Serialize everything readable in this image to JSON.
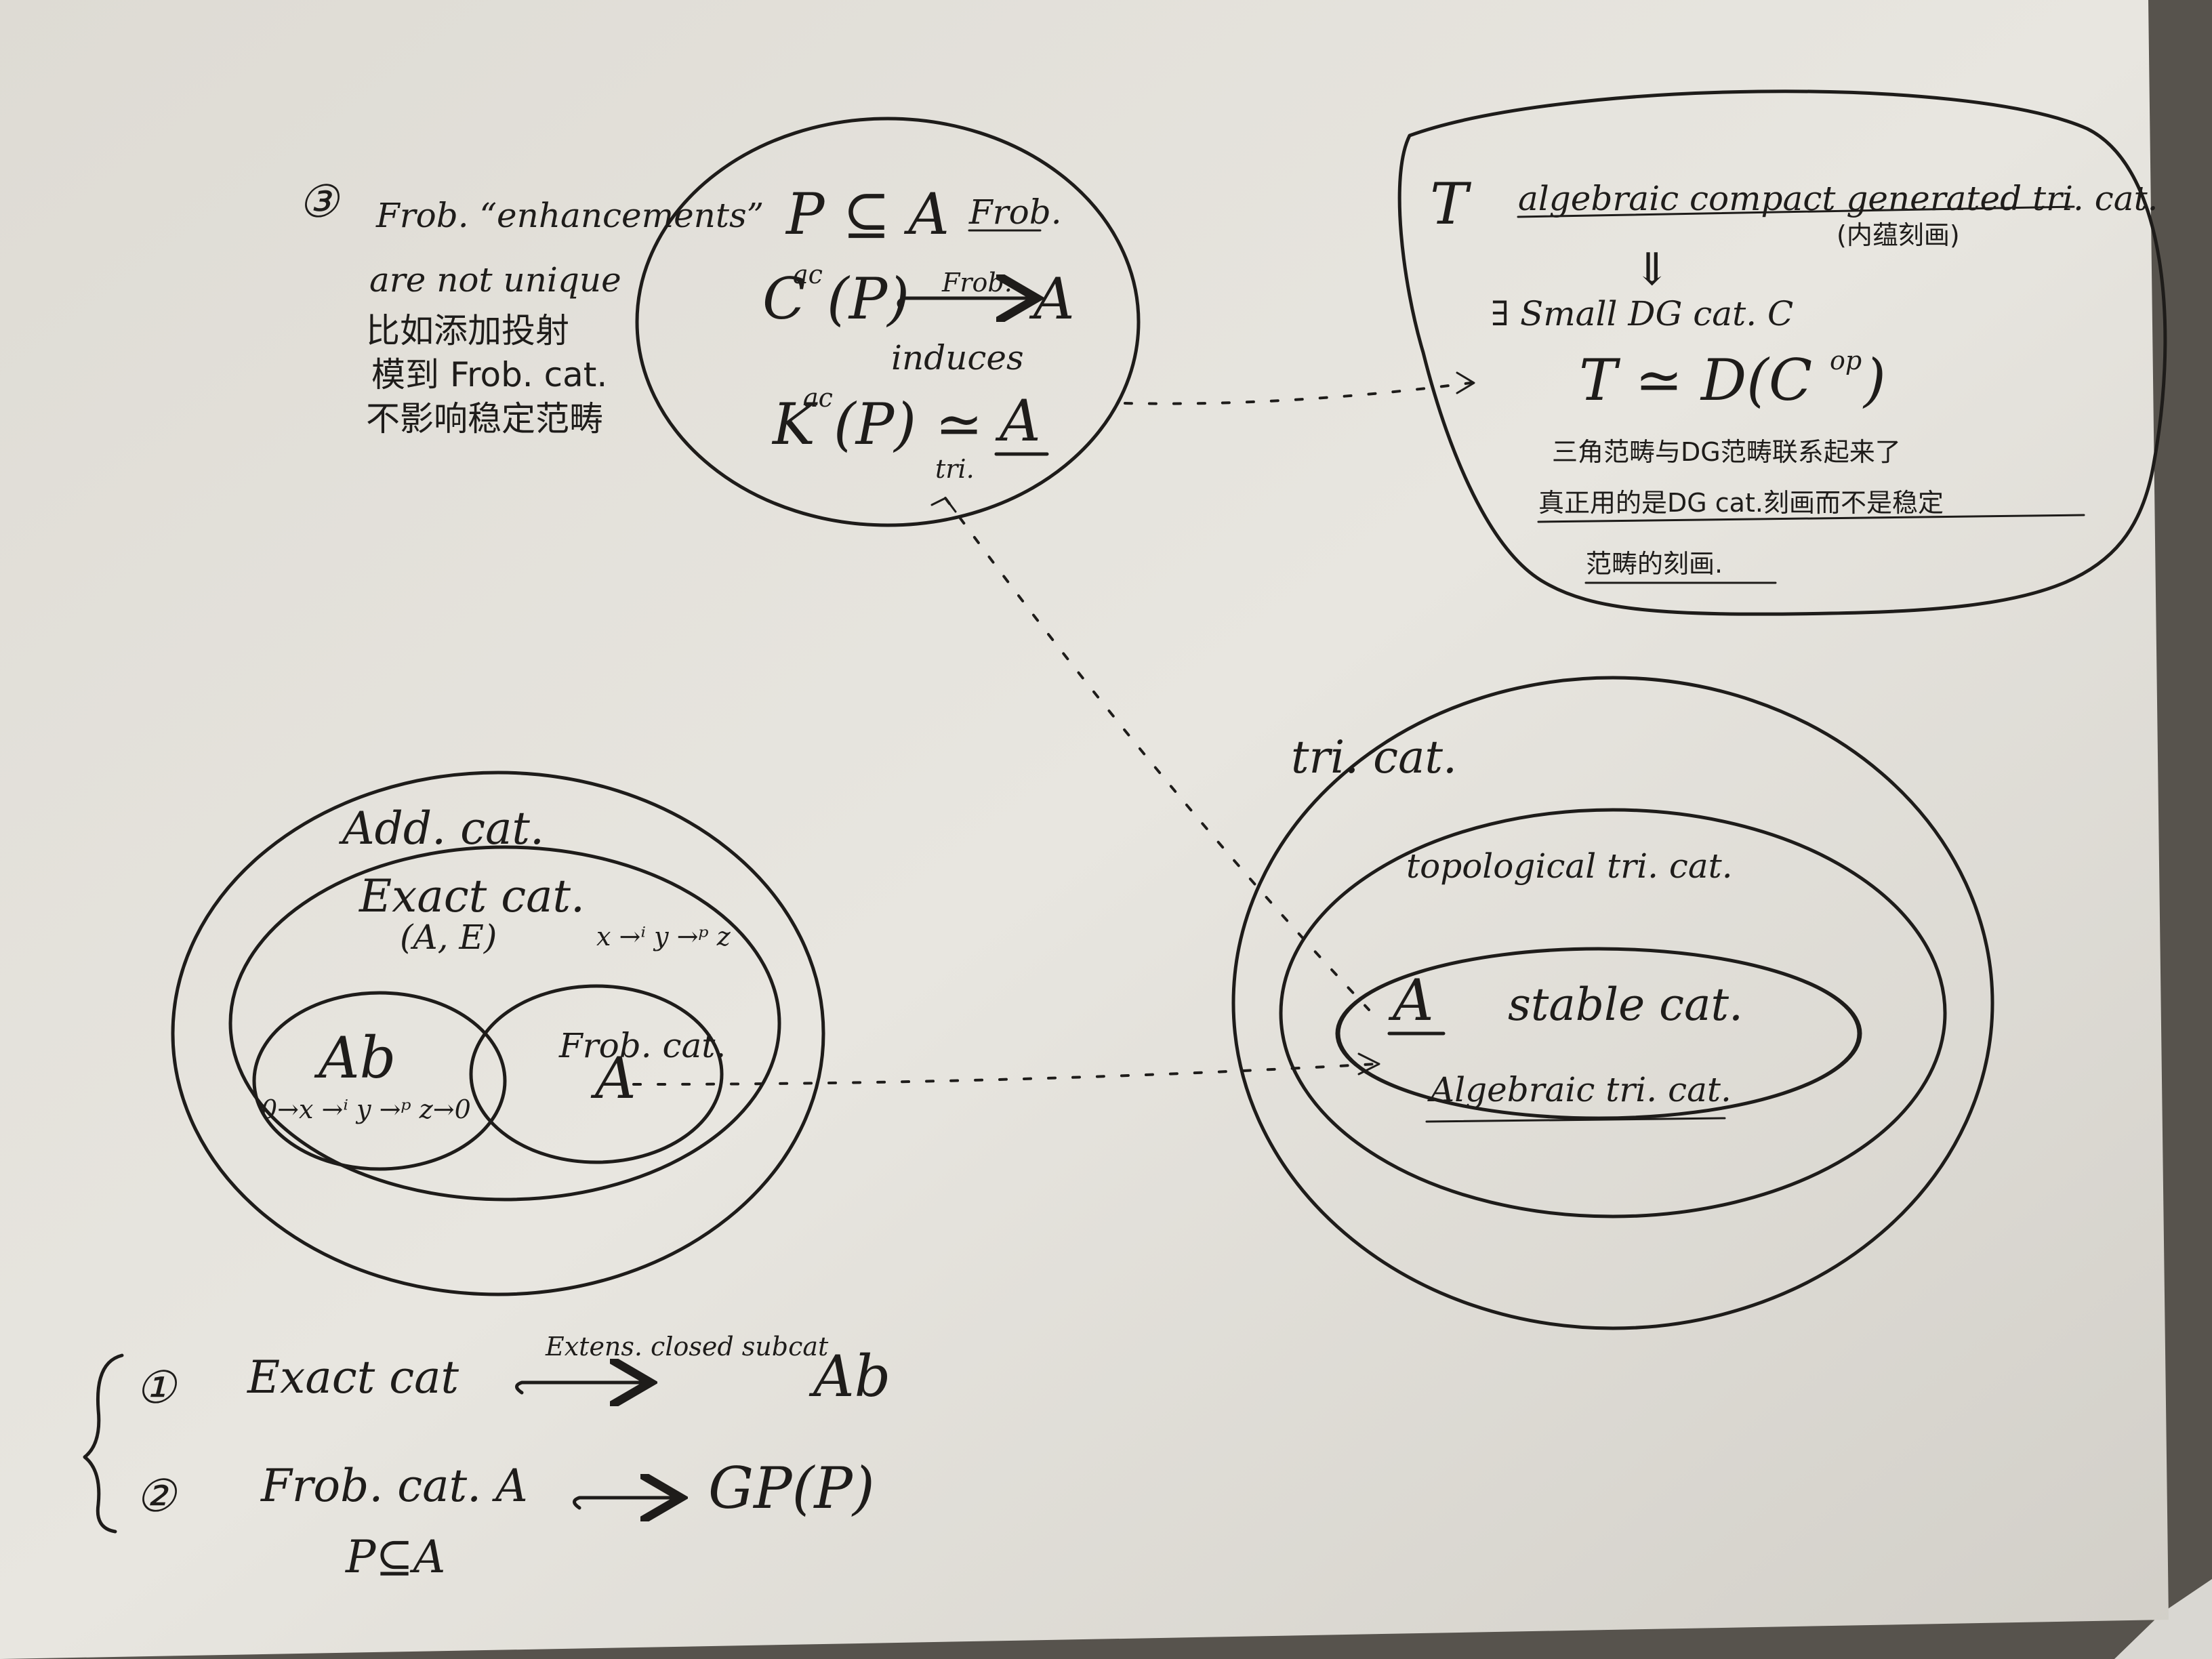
{
  "note3": {
    "marker": "③",
    "line1": "Frob. “enhancements”",
    "line2": "are not unique",
    "line3": "比如添加投射",
    "line4": "模到 Frob. cat.",
    "line5": "不影响稳定范畴"
  },
  "top_circle": {
    "l1a": "P ⊆ A",
    "l1b": "Frob.",
    "l2a": "C",
    "l2sup": "ac",
    "l2b": "(P)",
    "l2arrow": "Frob.",
    "l2c": "A",
    "l3": "induces",
    "l4a": "K",
    "l4sup": "ac",
    "l4b": "(P)",
    "l4c": "≃",
    "l4d": "A",
    "l4sub": "tri."
  },
  "top_right_box": {
    "t": "T",
    "title": "algebraic compact generated tri. cat.",
    "paren": "(内蕴刻画)",
    "arrow": "⇓",
    "exists": "∃ Small DG cat. C",
    "equiv": "T ≃ D(C",
    "equiv_sup": "op",
    "equiv_close": ")",
    "cn1": "三角范畴与DG范畴联系起来了",
    "cn2": "真正用的是DG cat.刻画而不是稳定",
    "cn3": "范畴的刻画."
  },
  "left_circles": {
    "add": "Add. cat.",
    "exact": "Exact cat.",
    "exact_pair": "(A, E)",
    "exact_seq": "x →ⁱ y →ᵖ z",
    "ab": "Ab",
    "ab_seq": "0→x →ⁱ y →ᵖ z→0",
    "frob": "Frob. cat.",
    "frob_a": "A"
  },
  "right_circles": {
    "tri": "tri. cat.",
    "topo": "topological tri. cat.",
    "a": "A",
    "stable": "stable cat.",
    "alg": "Algebraic tri. cat."
  },
  "bottom": {
    "n1": "①",
    "exact": "Exact cat",
    "arrow_label": "Extens. closed subcat",
    "ab": "Ab",
    "n2": "②",
    "frob": "Frob. cat. A",
    "gp": "GP(P)",
    "p_sub": "P⊆A"
  }
}
